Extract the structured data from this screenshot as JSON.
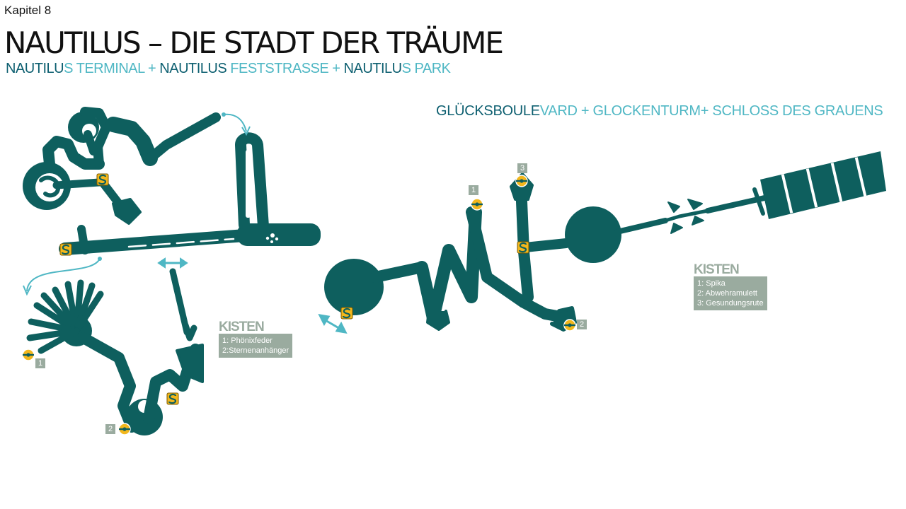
{
  "header": {
    "chapter": "Kapitel 8",
    "title": "NAUTILUS – DIE STADT DER TRÄUME",
    "subtitle_left": [
      {
        "text": "NAUTILU",
        "tone": "dark"
      },
      {
        "text": "S TERMINAL + ",
        "tone": "light"
      },
      {
        "text": "NAUTILUS ",
        "tone": "dark"
      },
      {
        "text": "FESTSTRASSE + ",
        "tone": "light"
      },
      {
        "text": "NAUTILU",
        "tone": "dark"
      },
      {
        "text": "S PARK",
        "tone": "light"
      }
    ],
    "subtitle_right": [
      {
        "text": "GLÜCKSBOULE",
        "tone": "dark"
      },
      {
        "text": "VARD + GLOCKENTURM+ SCHLOSS DES GRAUENS",
        "tone": "light"
      }
    ]
  },
  "legend_left": {
    "title": "KISTEN",
    "items": [
      "1: Phönixfeder",
      "2:Sternenanhänger"
    ]
  },
  "legend_right": {
    "title": "KISTEN",
    "items": [
      "1: Spika",
      "2: Abwehramulett",
      "3: Gesundungsrute"
    ]
  },
  "chest_tags": {
    "left_1": "1",
    "left_2": "2",
    "right_1": "1",
    "right_2": "2",
    "right_3": "3"
  },
  "icons": {
    "save_point": "save-point-icon",
    "chest": "chest-icon",
    "arrow": "connection-arrow-icon"
  },
  "colors": {
    "map_fill": "#0e5f5e",
    "accent_light": "#4fb7c4",
    "accent_dark": "#0d5f70",
    "legend_gray": "#9aab9f",
    "marker_yellow": "#f2b71c"
  }
}
